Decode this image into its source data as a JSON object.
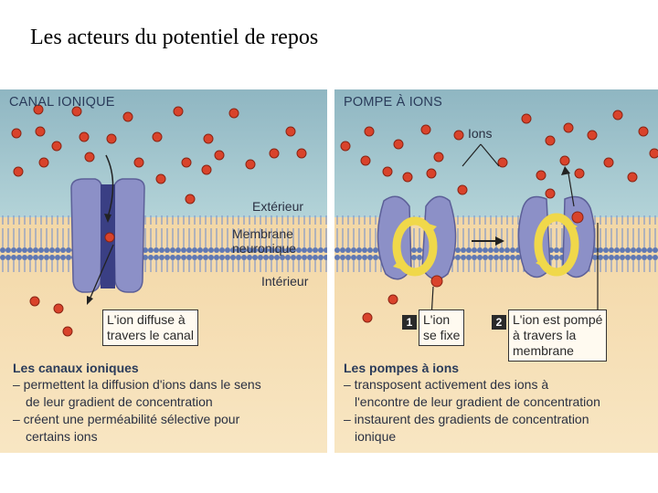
{
  "slide": {
    "title": "Les acteurs du potentiel de repos"
  },
  "left": {
    "title": "CANAL IONIQUE",
    "label_exterieur": "Extérieur",
    "label_membrane_line1": "Membrane",
    "label_membrane_line2": "neuronique",
    "label_interieur": "Intérieur",
    "callout_line1": "L'ion diffuse à",
    "callout_line2": "travers le canal",
    "summary_title": "Les canaux ioniques",
    "summary_lines": [
      "– permettent la diffusion d'ions dans le sens",
      "de leur gradient de concentration",
      "– créent une perméabilité sélective pour",
      "certains ions"
    ]
  },
  "right": {
    "title": "POMPE À IONS",
    "label_ions": "Ions",
    "step1_num": "1",
    "step1_line1": "L'ion",
    "step1_line2": "se fixe",
    "step2_num": "2",
    "step2_line1": "L'ion est pompé",
    "step2_line2": "à travers la",
    "step2_line3": "membrane",
    "summary_title": "Les pompes à ions",
    "summary_lines": [
      "– transposent activement des ions à",
      "l'encontre de leur gradient de concentration",
      "– instaurent des gradients de concentration",
      "ionique"
    ]
  },
  "colors": {
    "exterior": "#9fc3cc",
    "membrane": "#6f86bd",
    "interior": "#f5dcb0",
    "ion": "#d9432b",
    "protein": "#8f93c8",
    "arrow_ring": "#f0d84a"
  }
}
